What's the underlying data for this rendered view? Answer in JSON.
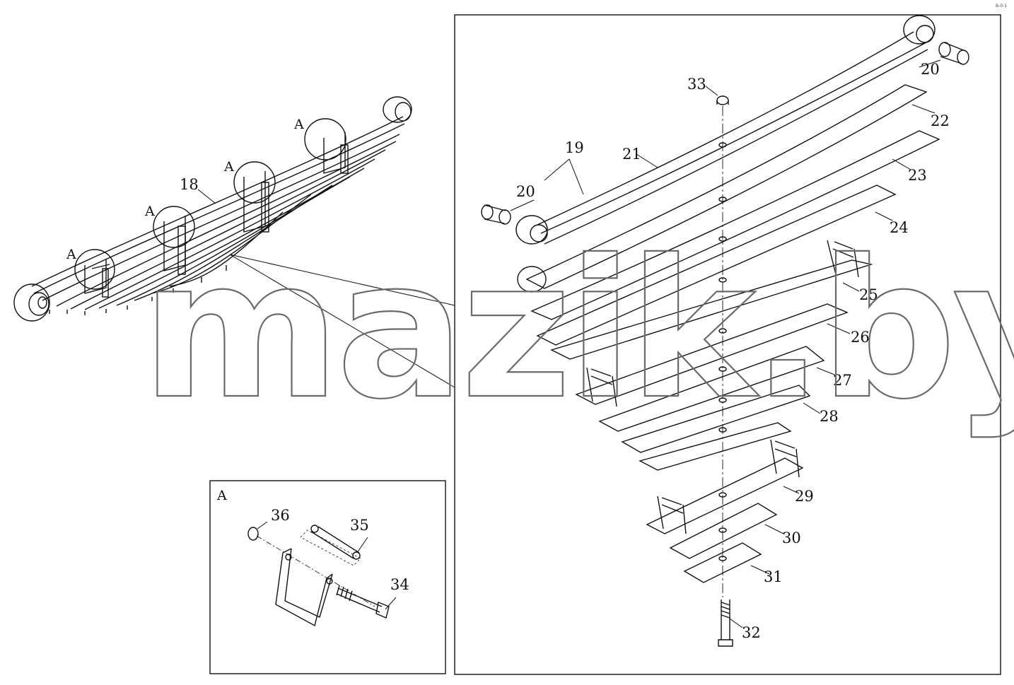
{
  "watermark": "mazik.by",
  "corner_text": "B-0-1",
  "overview": {
    "spring_label": "18",
    "detail_marker": "A"
  },
  "detail_box": {
    "title": "A",
    "labels": {
      "nut": "36",
      "sleeve": "35",
      "bolt": "34"
    }
  },
  "exploded": {
    "labels": {
      "spring_assembly": "19",
      "bushing_left": "20",
      "bushing_right": "20",
      "main_leaf": "21",
      "leaf_22": "22",
      "leaf_23": "23",
      "leaf_24": "24",
      "leaf_25": "25",
      "leaf_26": "26",
      "leaf_27": "27",
      "leaf_28": "28",
      "leaf_29": "29",
      "leaf_30": "30",
      "leaf_31": "31",
      "center_bolt": "32",
      "center_nut": "33"
    }
  },
  "colors": {
    "line": "#111111",
    "watermark": "#6a6a6a"
  }
}
